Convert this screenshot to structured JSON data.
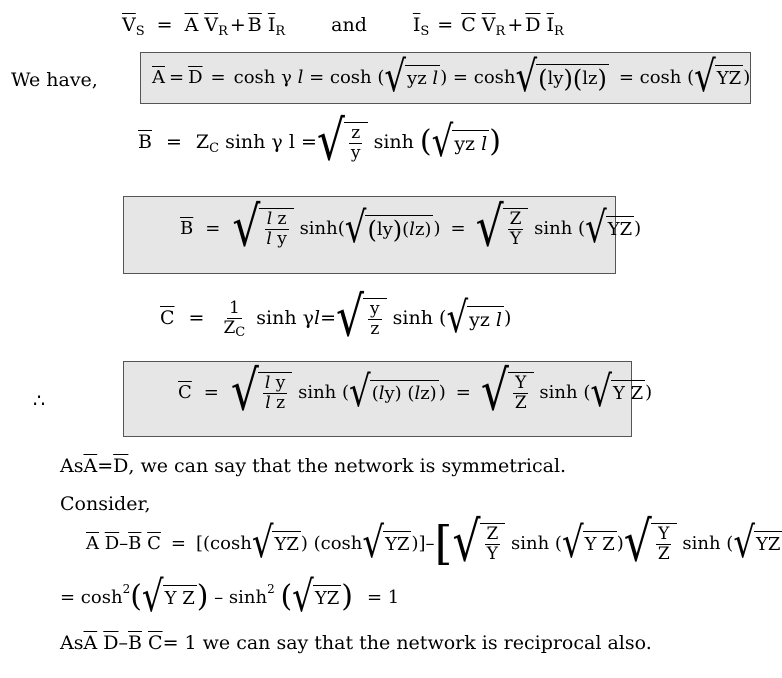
{
  "eq_vs": {
    "lhs": "V",
    "lhs_sub": "S",
    "rhs1": "A",
    "rhs2": "V",
    "rhs2_sub": "R",
    "rhs3": "B",
    "rhs4": "I",
    "rhs4_sub": "R"
  },
  "and_text": "and",
  "eq_is": {
    "lhs": "I",
    "lhs_sub": "S",
    "rhs1": "C",
    "rhs2": "V",
    "rhs2_sub": "R",
    "rhs3": "D",
    "rhs4": "I",
    "rhs4_sub": "R"
  },
  "we_have": "We have,",
  "box1": "cosh γ l = cosh (√yz l) = cosh √(ly)(lz) = cosh (√YZ)",
  "eq_b1": "Z",
  "eq_b1_sub": "C",
  "eq_b1_rest": "sinh γ l =",
  "box2_sinh": "sinh",
  "eq_c1_num": "1",
  "eq_c1_den": "Z",
  "eq_c1_den_sub": "C",
  "therefore": "∴",
  "text_sym": "As A = D, we can say that the network is symmetrical.",
  "text_sym_parts": {
    "a": "As ",
    "A": "A",
    "eq": " = ",
    "D": "D",
    "rest": ", we can say that the network is symmetrical."
  },
  "consider": "Consider,",
  "final_result": "= 1",
  "text_recip_parts": {
    "a": "As ",
    "rest": " = 1 we can say that the network is reciprocal also."
  }
}
